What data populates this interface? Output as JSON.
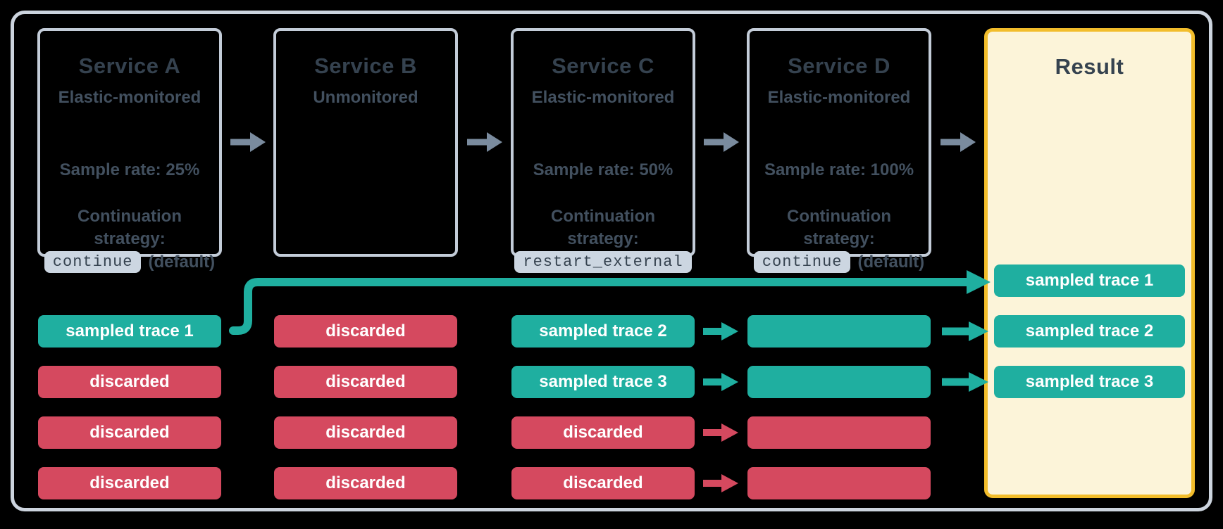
{
  "colors": {
    "bg": "#000000",
    "frame_border": "#ccd4de",
    "box_border": "#c3ccd8",
    "ink": "#35424f",
    "body": "#42505f",
    "arrow_gray": "#7a8b9e",
    "badge_bg": "#ccd6e1",
    "teal": "#1fafa0",
    "red": "#d5495f",
    "yellow": "#f2bd2b",
    "cream": "#fcf4d9"
  },
  "services": [
    {
      "title": "Service A",
      "subtitle": "Elastic-monitored",
      "sample_rate": "Sample rate: 25%",
      "continuation_lines": [
        "Continuation",
        "strategy:"
      ],
      "badge": "continue",
      "badge_suffix": "(default)"
    },
    {
      "title": "Service B",
      "subtitle": "Unmonitored"
    },
    {
      "title": "Service C",
      "subtitle": "Elastic-monitored",
      "sample_rate": "Sample rate: 50%",
      "continuation_lines": [
        "Continuation",
        "strategy:"
      ],
      "badge": "restart_external",
      "badge_suffix": ""
    },
    {
      "title": "Service D",
      "subtitle": "Elastic-monitored",
      "sample_rate": "Sample rate: 100%",
      "continuation_lines": [
        "Continuation",
        "strategy:"
      ],
      "badge": "continue",
      "badge_suffix": "(default)"
    }
  ],
  "result": {
    "title": "Result",
    "pills": [
      {
        "label": "sampled trace 1",
        "kind": "sampled"
      },
      {
        "label": "sampled trace 2",
        "kind": "sampled"
      },
      {
        "label": "sampled trace 3",
        "kind": "sampled"
      }
    ]
  },
  "trace_columns": [
    {
      "service": "Service A",
      "pills": [
        {
          "label": "sampled trace 1",
          "kind": "sampled"
        },
        {
          "label": "discarded",
          "kind": "discarded"
        },
        {
          "label": "discarded",
          "kind": "discarded"
        },
        {
          "label": "discarded",
          "kind": "discarded"
        }
      ]
    },
    {
      "service": "Service B",
      "pills": [
        {
          "label": "discarded",
          "kind": "discarded"
        },
        {
          "label": "discarded",
          "kind": "discarded"
        },
        {
          "label": "discarded",
          "kind": "discarded"
        },
        {
          "label": "discarded",
          "kind": "discarded"
        }
      ]
    },
    {
      "service": "Service C",
      "pills": [
        {
          "label": "sampled trace 2",
          "kind": "sampled"
        },
        {
          "label": "sampled trace 3",
          "kind": "sampled"
        },
        {
          "label": "discarded",
          "kind": "discarded"
        },
        {
          "label": "discarded",
          "kind": "discarded"
        }
      ]
    },
    {
      "service": "Service D",
      "pills": [
        {
          "label": "",
          "kind": "sampled"
        },
        {
          "label": "",
          "kind": "sampled"
        },
        {
          "label": "",
          "kind": "discarded"
        },
        {
          "label": "",
          "kind": "discarded"
        }
      ]
    }
  ],
  "arrows": {
    "service_flow": "gray arrows between service boxes and into result",
    "sampled_flow": "teal arrows carry sampled traces forward",
    "discarded_flow": "red arrows carry discarded traces forward",
    "continuation_connector": "teal elbow connector from Service A sampled trace 1 to Result sampled trace 1"
  }
}
